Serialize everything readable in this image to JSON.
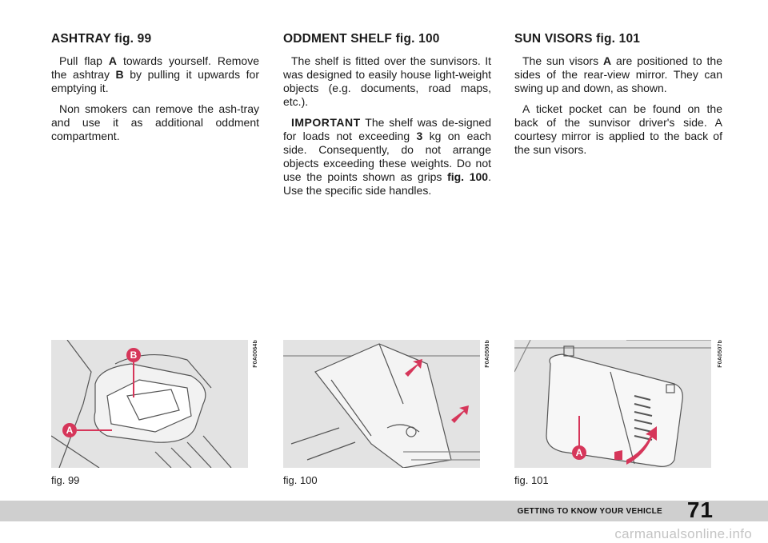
{
  "sections": {
    "ashtray": {
      "title": "ASHTRAY fig. 99",
      "p1": {
        "a": "Pull flap ",
        "b": "A",
        "c": " towards yourself. Remove the ashtray ",
        "d": "B",
        "e": " by pulling it upwards for emptying it."
      },
      "p2": "Non smokers can remove the ash-tray and use it as additional oddment compartment."
    },
    "shelf": {
      "title": "ODDMENT SHELF fig. 100",
      "p1": "The shelf is fitted over the sunvisors. It was designed to easily house light-weight objects (e.g. documents, road maps, etc.).",
      "p2": {
        "important": "IMPORTANT",
        "a": " The shelf was de-signed for loads not exceeding ",
        "b": "3",
        "c": " kg on each side. Consequently, do not arrange objects exceeding these weights. Do not use the points shown as grips ",
        "d": "fig. 100",
        "e": ". Use the specific side handles."
      }
    },
    "visors": {
      "title": "SUN VISORS fig. 101",
      "p1": {
        "a": "The sun visors ",
        "b": "A",
        "c": " are positioned to the sides of the rear-view mirror. They can swing up and down, as shown."
      },
      "p2": "A ticket pocket can be found on the back of the sunvisor driver's side. A courtesy mirror is applied to the back of the sun visors."
    }
  },
  "figures": [
    {
      "caption": "fig. 99",
      "code": "F0A0064b",
      "labels": [
        "A",
        "B"
      ]
    },
    {
      "caption": "fig. 100",
      "code": "F0A0506b"
    },
    {
      "caption": "fig. 101",
      "code": "F0A0507b",
      "labels": [
        "A"
      ]
    }
  ],
  "footer": {
    "title": "GETTING TO KNOW YOUR VEHICLE",
    "page": "71"
  },
  "watermark": "carmanualsonline.info",
  "colors": {
    "accent": "#d6365a",
    "footer_band": "#cfcfcf",
    "figure_bg": "#e3e3e3"
  }
}
